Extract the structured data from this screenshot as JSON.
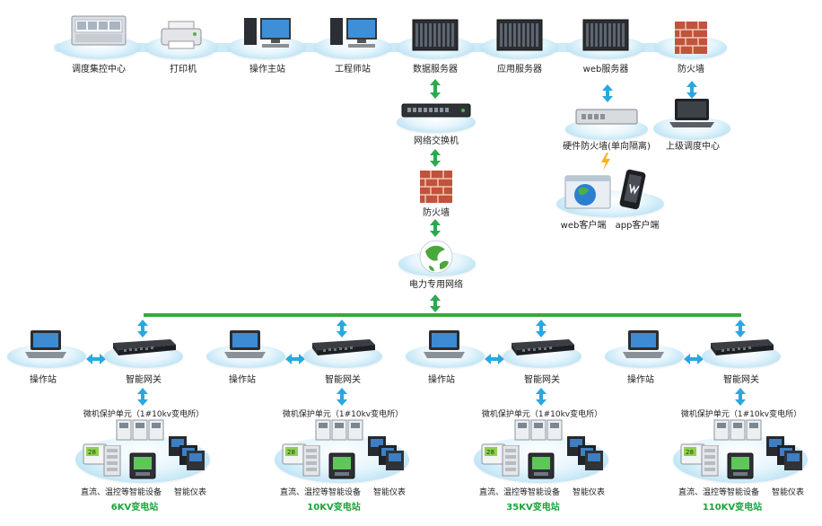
{
  "colors": {
    "bus": "#3aa935",
    "arrow_green": "#2ea84f",
    "arrow_blue": "#29a8e0",
    "disc_edge": "#9fd7f0",
    "substation_text": "#1aa33c"
  },
  "top_row": [
    {
      "label": "调度集控中心",
      "icon": "control-center-icon"
    },
    {
      "label": "打印机",
      "icon": "printer-icon"
    },
    {
      "label": "操作主站",
      "icon": "workstation-icon"
    },
    {
      "label": "工程师站",
      "icon": "workstation-icon"
    },
    {
      "label": "数据服务器",
      "icon": "server-icon"
    },
    {
      "label": "应用服务器",
      "icon": "server-icon"
    },
    {
      "label": "web服务器",
      "icon": "server-icon"
    },
    {
      "label": "防火墙",
      "icon": "firewall-icon"
    }
  ],
  "core": {
    "switch_label": "网络交换机",
    "firewall_label": "防火墙",
    "network_label": "电力专用网络"
  },
  "right_branch": {
    "hw_firewall_label": "硬件防火墙(单向隔离)",
    "upper_center_label": "上级调度中心",
    "web_client_label": "web客户端",
    "app_client_label": "app客户端"
  },
  "substations": [
    {
      "station_label": "操作站",
      "gateway_label": "智能网关",
      "protection_label": "微机保护单元（1#10kv变电所）",
      "devices_label": "直流、温控等智能设备",
      "meter_label": "智能仪表",
      "name": "6KV变电站"
    },
    {
      "station_label": "操作站",
      "gateway_label": "智能网关",
      "protection_label": "微机保护单元（1#10kv变电所）",
      "devices_label": "直流、温控等智能设备",
      "meter_label": "智能仪表",
      "name": "10KV变电站"
    },
    {
      "station_label": "操作站",
      "gateway_label": "智能网关",
      "protection_label": "微机保护单元（1#10kv变电所）",
      "devices_label": "直流、温控等智能设备",
      "meter_label": "智能仪表",
      "name": "35KV变电站"
    },
    {
      "station_label": "操作站",
      "gateway_label": "智能网关",
      "protection_label": "微机保护单元（1#10kv变电所）",
      "devices_label": "直流、温控等智能设备",
      "meter_label": "智能仪表",
      "name": "110KV变电站"
    }
  ]
}
